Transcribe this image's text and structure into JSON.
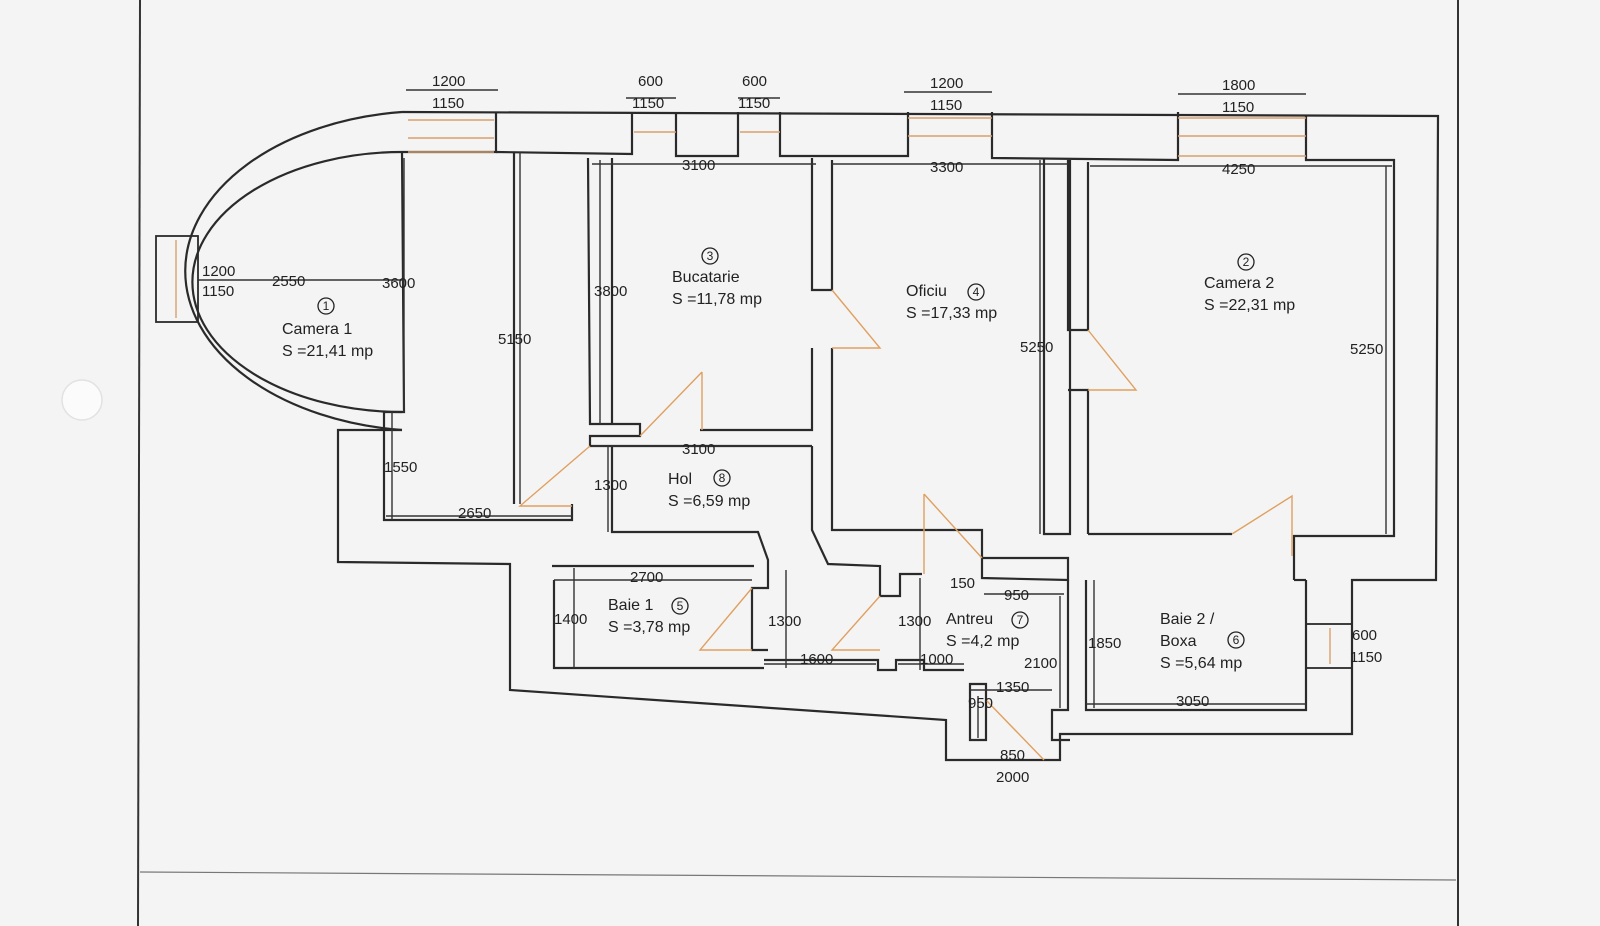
{
  "rooms": [
    {
      "id": "camera1",
      "name": "Camera 1",
      "number": "1",
      "area": "S =21,41 mp"
    },
    {
      "id": "bucatarie",
      "name": "Bucatarie",
      "number": "3",
      "area": "S =11,78 mp"
    },
    {
      "id": "oficiu",
      "name": "Oficiu",
      "number": "4",
      "area": "S =17,33 mp"
    },
    {
      "id": "camera2",
      "name": "Camera 2",
      "number": "2",
      "area": "S =22,31 mp"
    },
    {
      "id": "hol",
      "name": "Hol",
      "number": "8",
      "area": "S =6,59 mp"
    },
    {
      "id": "baie1",
      "name": "Baie 1",
      "number": "5",
      "area": "S =3,78 mp"
    },
    {
      "id": "antreu",
      "name": "Antreu",
      "number": "7",
      "area": "S =4,2 mp"
    },
    {
      "id": "baie2",
      "name": "Baie 2 /",
      "name2": "Boxa",
      "number": "6",
      "area": "S =5,64 mp"
    }
  ],
  "dimensions": {
    "w1_top": "1200",
    "w1_bot": "1150",
    "w2_top": "600",
    "w2_bot": "1150",
    "w3_top": "600",
    "w3_bot": "1150",
    "w4_top": "1200",
    "w4_bot": "1150",
    "w5_top": "1800",
    "w5_bot": "1150",
    "w6_top": "1200",
    "w6_bot": "1150",
    "w7_top": "600",
    "w7_bot": "1150",
    "d_2550": "2550",
    "d_3600": "3600",
    "d_1550": "1550",
    "d_2650": "2650",
    "d_5150": "5150",
    "d_3100a": "3100",
    "d_3800": "3800",
    "d_3100b": "3100",
    "d_1300a": "1300",
    "d_3300": "3300",
    "d_5250a": "5250",
    "d_4250": "4250",
    "d_5250b": "5250",
    "d_2700": "2700",
    "d_1400": "1400",
    "d_1300b": "1300",
    "d_1600": "1600",
    "d_1300c": "1300",
    "d_1000": "1000",
    "d_150": "150",
    "d_950a": "950",
    "d_2100": "2100",
    "d_1350": "1350",
    "d_950b": "950",
    "d_850": "850",
    "d_2000": "2000",
    "d_1850": "1850",
    "d_3050": "3050"
  }
}
